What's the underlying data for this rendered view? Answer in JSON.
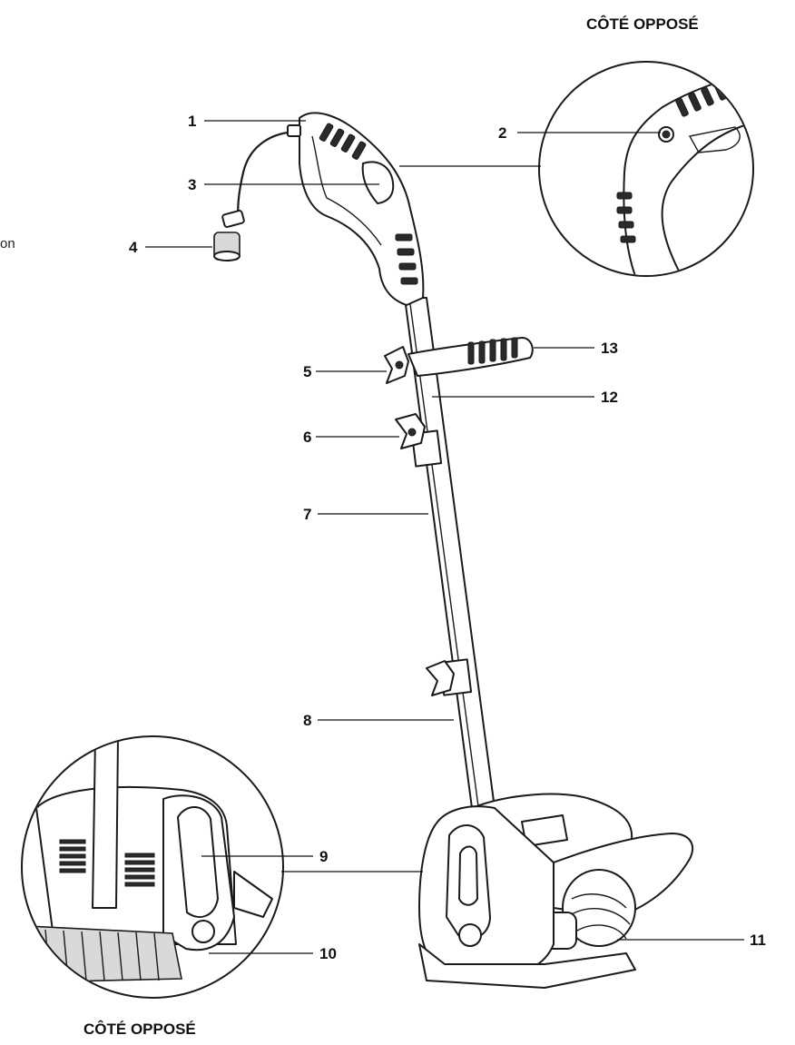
{
  "callouts": {
    "c1": "1",
    "c2": "2",
    "c3": "3",
    "c4": "4",
    "c5": "5",
    "c6": "6",
    "c7": "7",
    "c8": "8",
    "c9": "9",
    "c10": "10",
    "c11": "11",
    "c12": "12",
    "c13": "13"
  },
  "captions": {
    "opposite_side_top": "CÔTÉ OPPOSÉ",
    "opposite_side_bottom": "CÔTÉ OPPOSÉ"
  },
  "edge_fragment": "on"
}
